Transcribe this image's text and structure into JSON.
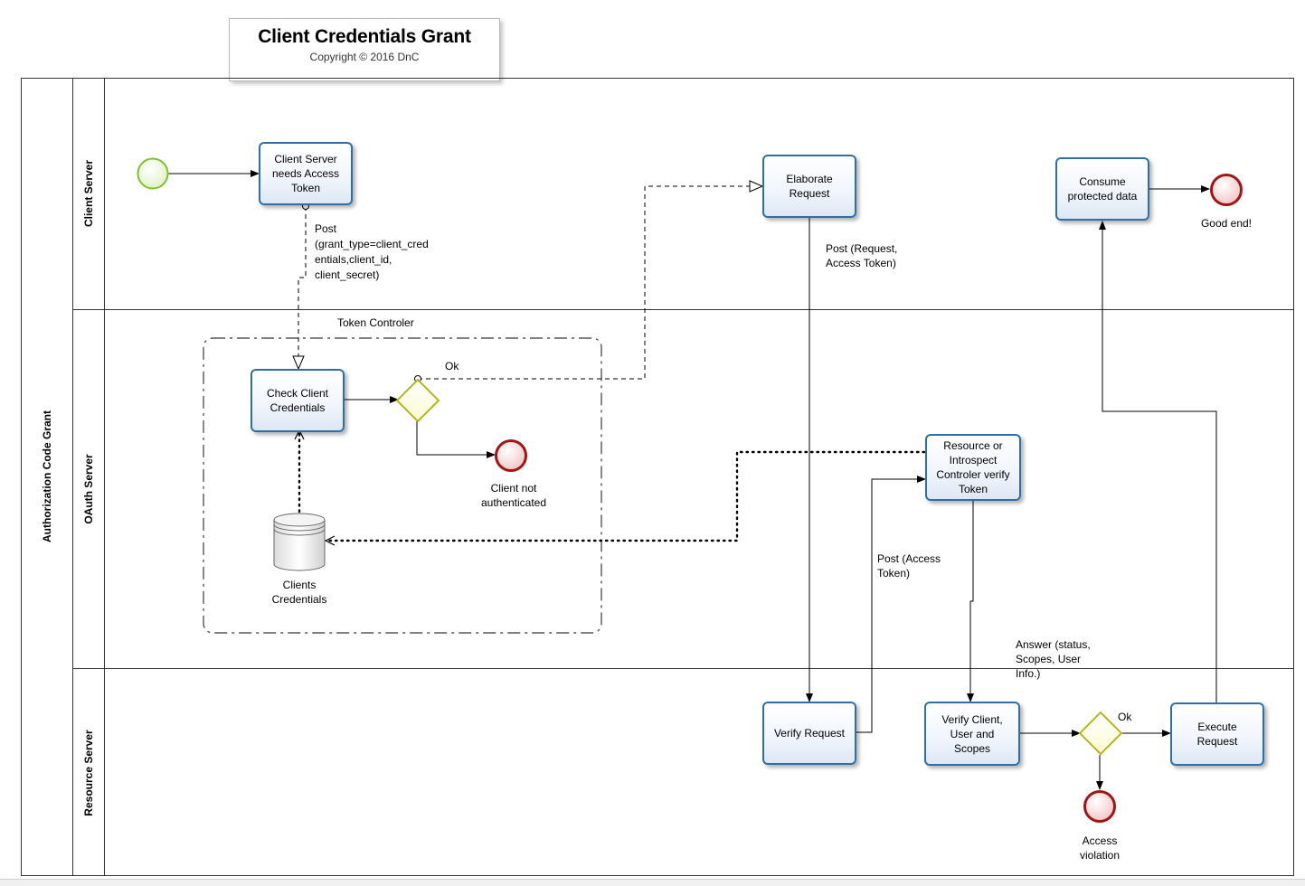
{
  "title": "Client Credentials Grant",
  "copyright": "Copyright © 2016 DnC",
  "pool": "Authorization Code Grant",
  "lanes": {
    "client": "Client Server",
    "oauth": "OAuth Server",
    "resource": "Resource Server"
  },
  "group": "Token Controler",
  "tasks": {
    "needs_token": "Client Server\nneeds Access\nToken",
    "elaborate": "Elaborate\nRequest",
    "consume": "Consume\nprotected data",
    "check_credentials": "Check Client\nCredentials",
    "introspect": "Resource or\nIntrospect\nControler verify\nToken",
    "verify_request": "Verify Request",
    "verify_client": "Verify Client,\nUser and\nScopes",
    "execute": "Execute\nRequest"
  },
  "datastore": "Clients\nCredentials",
  "events": {
    "good_end": "Good end!",
    "not_authenticated": "Client not\nauthenticated",
    "access_violation": "Access\nviolation"
  },
  "flow_labels": {
    "post_grant": "Post\n(grant_type=client_cred\nentials,client_id,\nclient_secret)",
    "ok_1": "Ok",
    "post_request": "Post (Request,\nAccess Token)",
    "post_access": "Post (Access\nToken)",
    "answer": "Answer (status,\nScopes, User\nInfo.)",
    "ok_2": "Ok"
  },
  "colors": {
    "task_border": "#2f6ea7",
    "start_event": "#7dc12d",
    "end_event": "#a31515",
    "gateway": "#b5b520"
  }
}
